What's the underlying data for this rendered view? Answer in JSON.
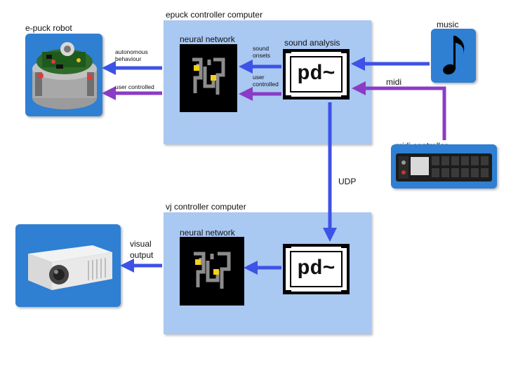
{
  "titles": {
    "epuck_computer": "epuck controller computer",
    "vj_computer": "vj controller computer",
    "epuck_robot": "e-puck robot",
    "projector": "projector",
    "music": "music",
    "midi_controller": "midi controller"
  },
  "labels": {
    "neural_network_top": "neural network",
    "neural_network_bottom": "neural network",
    "sound_analysis": "sound analysis",
    "pd_top": "pd~",
    "pd_bottom": "pd~",
    "autonomous_1": "autonomous",
    "autonomous_2": "behaviour",
    "user_controlled_left": "user controlled",
    "sound_onsets_1": "sound",
    "sound_onsets_2": "onsets",
    "user_controlled_1": "user",
    "user_controlled_2": "controlled",
    "midi": "midi",
    "udp": "UDP",
    "visual_1": "visual",
    "visual_2": "output"
  },
  "icons": {
    "robot": "robot-image",
    "projector": "projector-image",
    "music": "music-note-icon",
    "midi": "midi-pad-image",
    "nn": "neural-network-logo",
    "pd": "pure-data-logo"
  },
  "colors": {
    "panel": "#a9c8f2",
    "tile": "#2f7fd3",
    "blue_arrow": "#3d52e6",
    "purple_arrow": "#8a3cc4"
  }
}
